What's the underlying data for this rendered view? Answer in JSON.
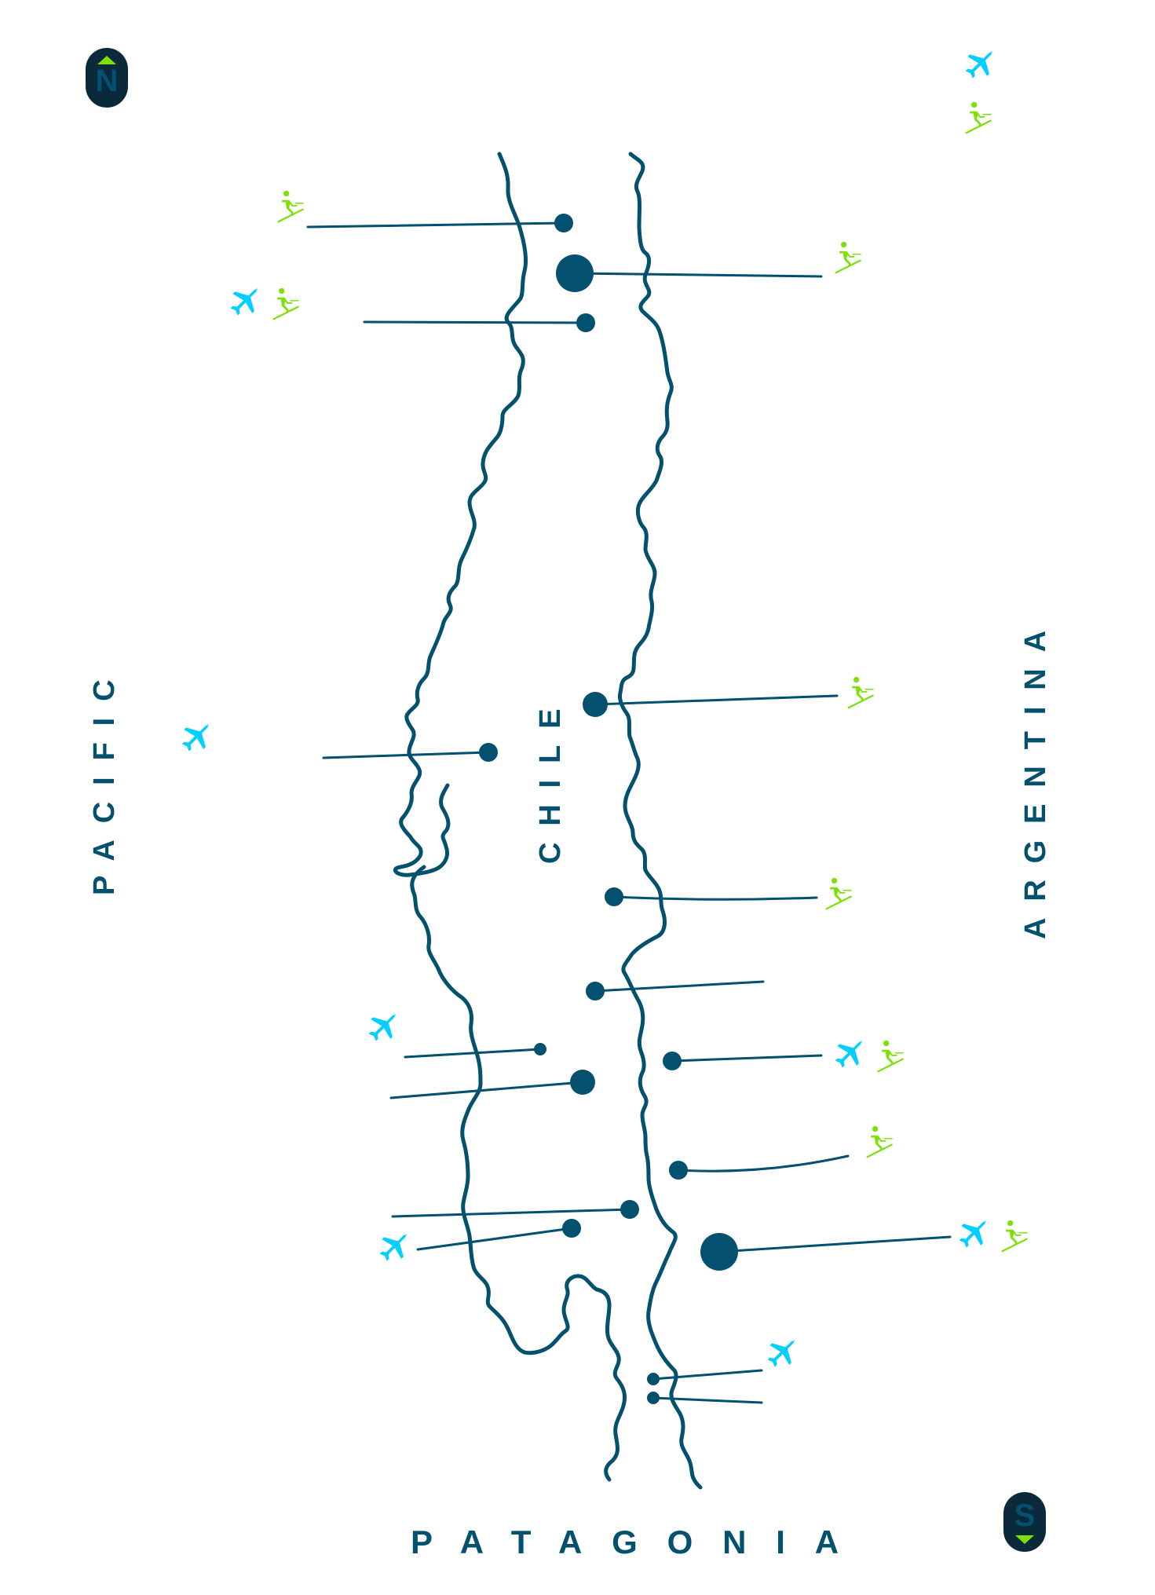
{
  "map": {
    "colors": {
      "ink": "#03506f",
      "compass_bg": "#0a2a3c",
      "airport": "#00cfff",
      "ski": "#7ee00a",
      "background": "#ffffff"
    },
    "labels": {
      "pacific": "PACIFIC",
      "chile": "CHILE",
      "argentina": "ARGENTINA",
      "patagonia": "PATAGONIA"
    },
    "compass": {
      "north": "N",
      "south": "S"
    },
    "legend": [
      {
        "icon": "airplane-icon",
        "meaning": "airport"
      },
      {
        "icon": "skier-icon",
        "meaning": "ski resort"
      }
    ],
    "locations": [
      {
        "id": "loc-1",
        "size": "small",
        "side": "left",
        "icons": [
          "skier-icon"
        ]
      },
      {
        "id": "loc-2",
        "size": "large",
        "side": "right",
        "icons": [
          "skier-icon"
        ]
      },
      {
        "id": "loc-3",
        "size": "small",
        "side": "left",
        "icons": [
          "airplane-icon",
          "skier-icon"
        ]
      },
      {
        "id": "loc-4",
        "size": "medium",
        "side": "right",
        "icons": [
          "skier-icon"
        ]
      },
      {
        "id": "loc-5",
        "size": "small",
        "side": "left",
        "icons": [
          "airplane-icon"
        ]
      },
      {
        "id": "loc-6",
        "size": "small",
        "side": "right",
        "icons": [
          "skier-icon"
        ]
      },
      {
        "id": "loc-7",
        "size": "small",
        "side": "right",
        "icons": []
      },
      {
        "id": "loc-8",
        "size": "tiny",
        "side": "left",
        "icons": [
          "airplane-icon"
        ]
      },
      {
        "id": "loc-9",
        "size": "medium",
        "side": "left",
        "icons": []
      },
      {
        "id": "loc-10",
        "size": "small",
        "side": "right",
        "icons": [
          "airplane-icon",
          "skier-icon"
        ]
      },
      {
        "id": "loc-11",
        "size": "small",
        "side": "right",
        "icons": [
          "skier-icon"
        ]
      },
      {
        "id": "loc-12",
        "size": "small",
        "side": "left",
        "icons": []
      },
      {
        "id": "loc-13",
        "size": "small",
        "side": "left",
        "icons": [
          "airplane-icon"
        ]
      },
      {
        "id": "loc-14",
        "size": "large",
        "side": "right",
        "icons": [
          "airplane-icon",
          "skier-icon"
        ]
      },
      {
        "id": "loc-15",
        "size": "tiny",
        "side": "right",
        "icons": [
          "airplane-icon"
        ]
      },
      {
        "id": "loc-16",
        "size": "tiny",
        "side": "right",
        "icons": []
      }
    ]
  }
}
